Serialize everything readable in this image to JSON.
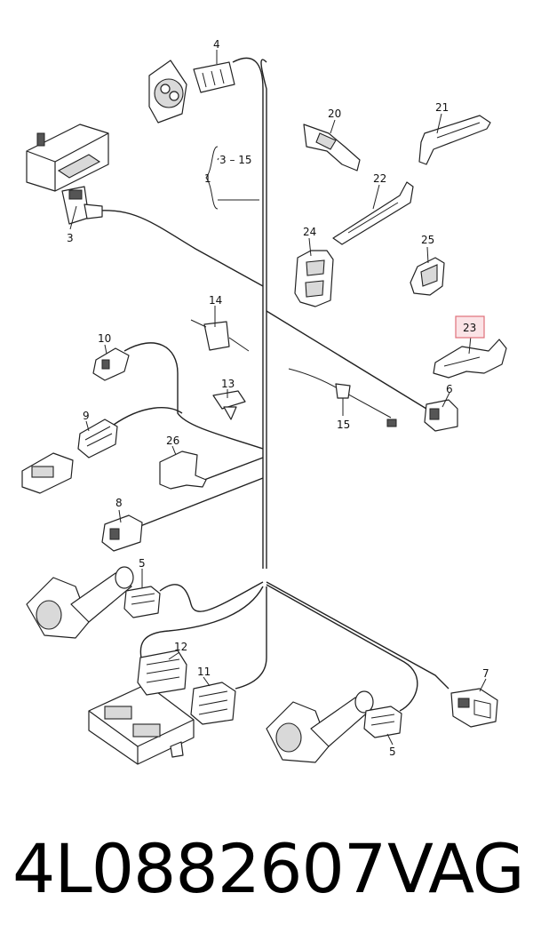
{
  "footer": {
    "part_number": "4L0882607",
    "brand": "VAG"
  },
  "callouts": {
    "c1": "1",
    "c1_range": "3 – 15",
    "c3": "3",
    "c4": "4",
    "c5a": "5",
    "c5b": "5",
    "c6": "6",
    "c7": "7",
    "c8": "8",
    "c9": "9",
    "c10": "10",
    "c11": "11",
    "c12": "12",
    "c13": "13",
    "c14": "14",
    "c15": "15",
    "c20": "20",
    "c21": "21",
    "c22": "22",
    "c23": "23",
    "c24": "24",
    "c25": "25",
    "c26": "26"
  },
  "colors": {
    "line": "#222222",
    "highlight_border": "#e0707a",
    "highlight_fill": "#fbe3e6"
  }
}
